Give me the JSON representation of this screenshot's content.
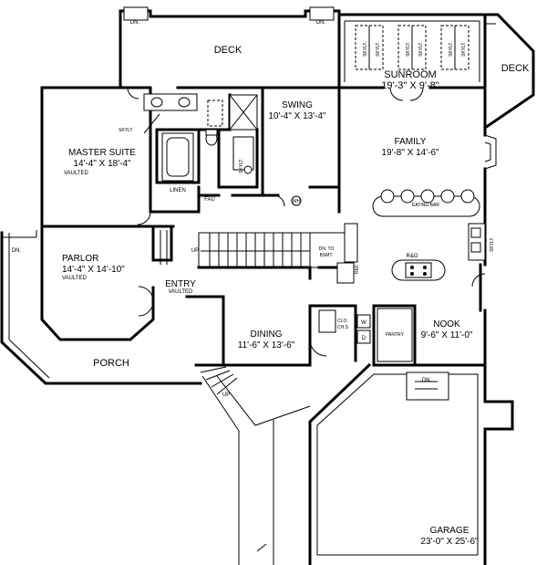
{
  "rooms": {
    "deck_top": "DECK",
    "sunroom": {
      "name": "SUNROOM",
      "size": "19'-3\" X 9'-8\""
    },
    "deck_right": "DECK",
    "swing": {
      "name": "SWING",
      "size": "10'-4\" X 13'-4\""
    },
    "family": {
      "name": "FAMILY",
      "size": "19'-8\" X 14'-6\""
    },
    "master": {
      "name": "MASTER SUITE",
      "size": "14'-4\" X 18'-4\"",
      "note": "VAULTED"
    },
    "parlor": {
      "name": "PARLOR",
      "size": "14'-4\" X 14'-10\"",
      "note": "VAULTED"
    },
    "entry": {
      "name": "ENTRY",
      "note": "VAULTED"
    },
    "dining": {
      "name": "DINING",
      "size": "11'-6\" X 13'-6\""
    },
    "porch": "PORCH",
    "nook": {
      "name": "NOOK",
      "size": "9'-6\" X 11'-0\""
    },
    "garage": {
      "name": "GARAGE",
      "size": "23'-0\" X 25'-6\""
    }
  },
  "labels": {
    "dn": "DN.",
    "up": "UP",
    "skylt": "SKYLT.",
    "linen": "LINEN",
    "fau": "FAU",
    "wh": "WH",
    "eating_bar": "EATING BAR",
    "range_oven": "R&O",
    "dn_to_bsmt_1": "DN. TO",
    "dn_to_bsmt_2": "BSMT.",
    "ref": "REF.",
    "clo_1": "CLO.",
    "clo_2": "CH.S",
    "w": "W",
    "d": "D",
    "pantry": "PANTRY"
  }
}
